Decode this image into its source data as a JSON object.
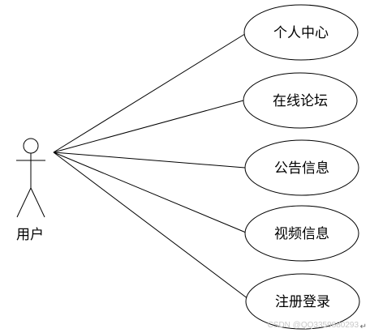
{
  "actor": {
    "label": "用户"
  },
  "use_cases": [
    {
      "label": "个人中心"
    },
    {
      "label": "在线论坛"
    },
    {
      "label": "公告信息"
    },
    {
      "label": "视频信息"
    },
    {
      "label": "注册登录"
    }
  ],
  "watermark": "CSDN @QQ3359880293",
  "enter_mark": "↵"
}
